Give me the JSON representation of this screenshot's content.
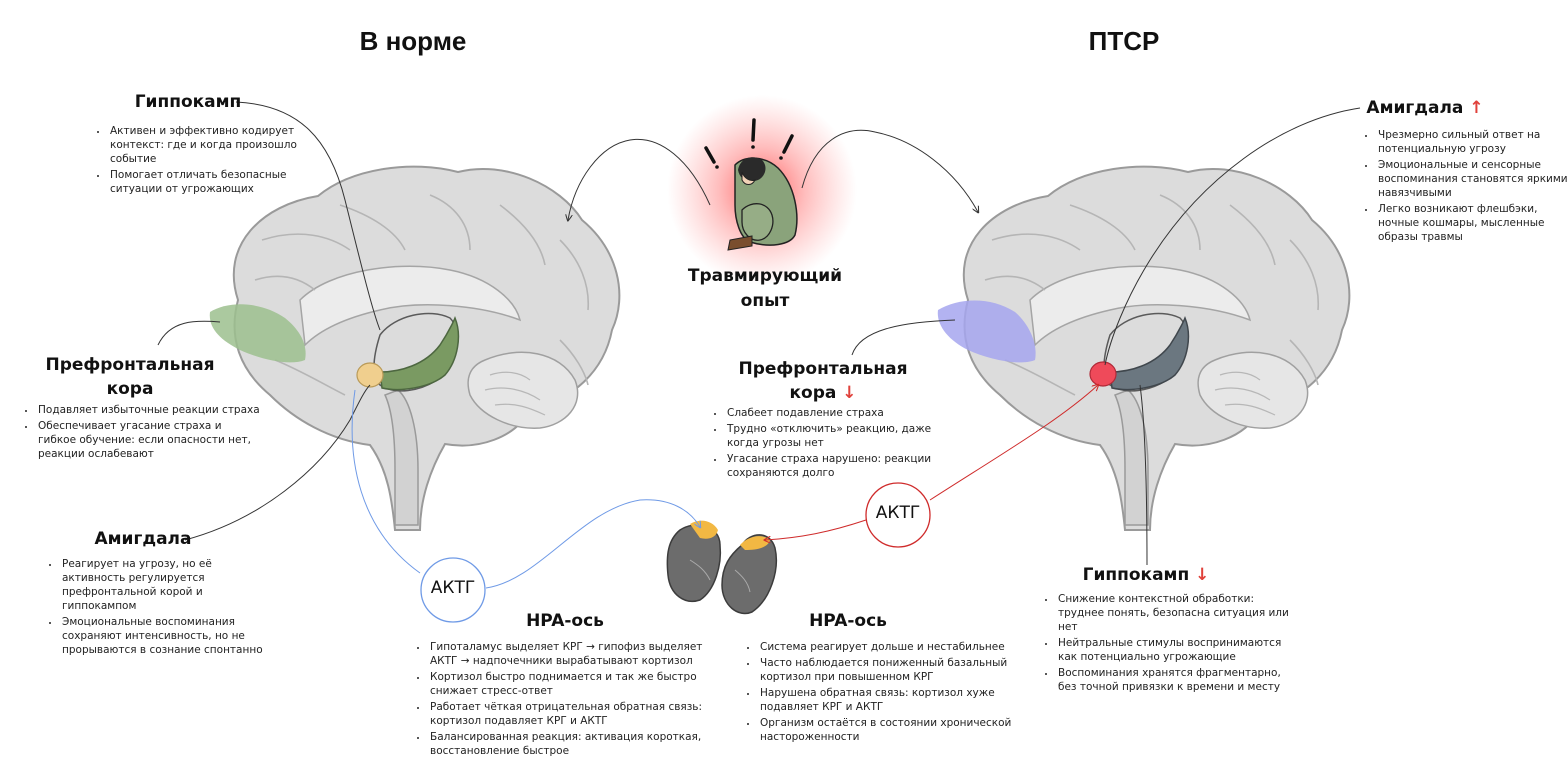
{
  "headers": {
    "left": "В норме",
    "right": "ПТСР"
  },
  "center": {
    "title_line1": "Травмирующий",
    "title_line2": "опыт"
  },
  "normal": {
    "hippocampus": {
      "title": "Гиппокамп",
      "points": [
        "Активен и эффективно кодирует контекст: где и когда произошло событие",
        "Помогает отличать безопасные ситуации от угрожающих"
      ]
    },
    "pfc": {
      "title_line1": "Префронтальная",
      "title_line2": "кора",
      "points": [
        "Подавляет избыточные реакции страха",
        "Обеспечивает угасание страха и гибкое обучение: если опасности нет, реакции ослабевают"
      ]
    },
    "amygdala": {
      "title": "Амигдала",
      "points": [
        "Реагирует на угрозу, но её активность регулируется префронтальной корой и гиппокампом",
        "Эмоциональные воспоминания сохраняют интенсивность, но не прорываются в сознание спонтанно"
      ]
    },
    "acth": "АКТГ",
    "hpa": {
      "title": "HPA-ось",
      "points": [
        "Гипоталамус выделяет КРГ → гипофиз выделяет АКТГ → надпочечники вырабатывают кортизол",
        "Кортизол быстро поднимается и так же быстро снижает стресс-ответ",
        "Работает чёткая отрицательная обратная связь: кортизол подавляет КРГ и АКТГ",
        "Балансированная реакция: активация короткая, восстановление быстрое"
      ]
    }
  },
  "ptsd": {
    "amygdala": {
      "title": "Амигдала",
      "arrow": "↑",
      "points": [
        "Чрезмерно сильный ответ на потенциальную угрозу",
        "Эмоциональные и сенсорные воспоминания становятся яркими, навязчивыми",
        "Легко возникают флешбэки, ночные кошмары, мысленные образы травмы"
      ]
    },
    "pfc": {
      "title_line1": "Префронтальная",
      "title_line2": "кора",
      "arrow": "↓",
      "points": [
        "Слабеет подавление страха",
        "Трудно «отключить» реакцию, даже когда угрозы нет",
        "Угасание страха нарушено: реакции сохраняются долго"
      ]
    },
    "hippocampus": {
      "title": "Гиппокамп",
      "arrow": "↓",
      "points": [
        "Снижение контекстной обработки: труднее понять, безопасна ситуация или нет",
        "Нейтральные стимулы воспринимаются как потенциально угрожающие",
        "Воспоминания хранятся фрагментарно, без точной привязки к времени и месту"
      ]
    },
    "acth": "АКТГ",
    "hpa": {
      "title": "HPA-ось",
      "points": [
        "Система реагирует дольше и нестабильнее",
        "Часто наблюдается пониженный базальный кортизол при повышенном КРГ",
        "Нарушена обратная связь: кортизол хуже подавляет КРГ и АКТГ",
        "Организм остаётся в состоянии хронической настороженности"
      ]
    }
  },
  "colors": {
    "normal_pfc": "#9cc08e",
    "normal_hippocampus": "#7a9a62",
    "normal_amygdala": "#f0cf8e",
    "ptsd_pfc": "#a6a6ef",
    "ptsd_hippocampus": "#6b7780",
    "ptsd_amygdala": "#ef4a5a",
    "acth_normal": "#6f9ae6",
    "acth_ptsd": "#cf2b2b",
    "up_down_arrow": "#e0413b"
  }
}
